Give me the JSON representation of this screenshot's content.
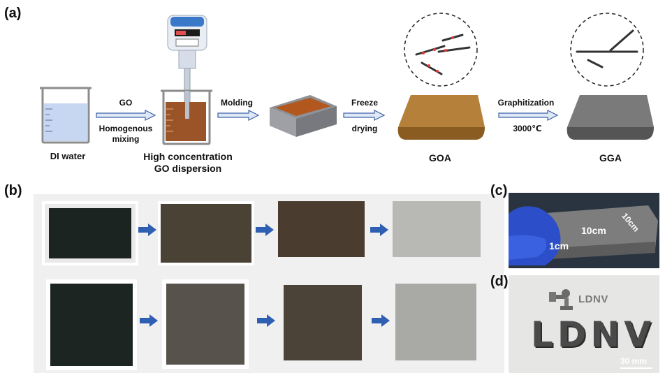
{
  "panels": {
    "a": "(a)",
    "b": "(b)",
    "c": "(c)",
    "d": "(d)"
  },
  "steps": {
    "di_water": "DI water",
    "go_arrow_top": "GO",
    "go_arrow_bottom_1": "Homogenous",
    "go_arrow_bottom_2": "mixing",
    "dispersion_1": "High concentration",
    "dispersion_2": "GO dispersion",
    "molding": "Molding",
    "freeze_top": "Freeze",
    "freeze_bottom": "drying",
    "goa": "GOA",
    "graphitization": "Graphitization",
    "temperature": "3000℃",
    "gga": "GGA"
  },
  "panel_c": {
    "dim_a": "10cm",
    "dim_b": "10cm",
    "dim_c": "1cm"
  },
  "panel_d": {
    "logo_text": "LDNV",
    "letters": "LDNV",
    "scale": "30 mm"
  },
  "colors": {
    "arrow_blue": "#2f5fb3",
    "goa_brown": "#b5803a",
    "gga_gray": "#6e6e6e",
    "water_blue": "#b9cdef",
    "dispersion_brown": "#8a4b22"
  }
}
